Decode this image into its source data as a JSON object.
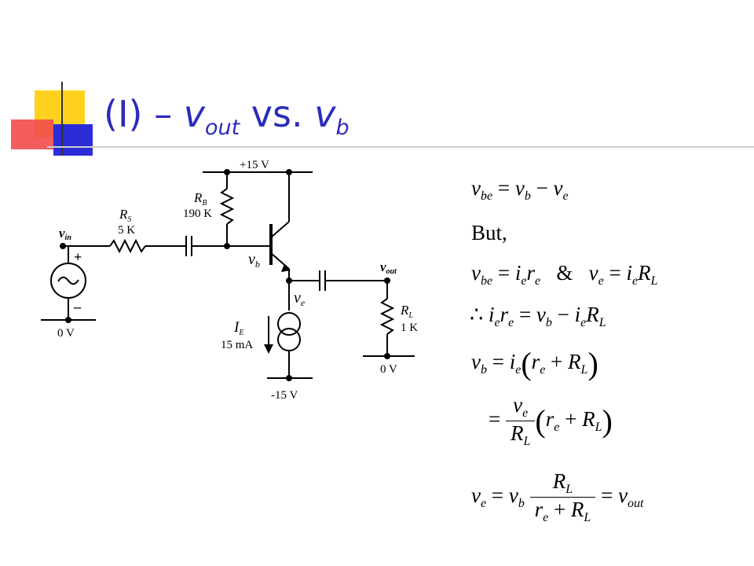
{
  "slide": {
    "title": {
      "prefix": "(I) – ",
      "v1": "v",
      "v1_sub": "out",
      "mid": " vs. ",
      "v2": "v",
      "v2_sub": "b"
    }
  },
  "circuit": {
    "supply_top": "+15 V",
    "supply_bottom": "-15 V",
    "ground_left": "0 V",
    "ground_right": "0 V",
    "rb_name": "R",
    "rb_sub": "B",
    "rb_value": "190 K",
    "rs_name": "R",
    "rs_sub": "S",
    "rs_value": "5 K",
    "rl_name": "R",
    "rl_sub": "L",
    "rl_value": "1 K",
    "ie_name": "I",
    "ie_sub": "E",
    "ie_value": "15 mA",
    "vin_label": "v",
    "vin_sub": "in",
    "vout_label": "v",
    "vout_sub": "out",
    "vb_label": "v",
    "vb_sub": "b",
    "ve_label": "v",
    "ve_sub": "e",
    "source_plus": "+",
    "source_minus": "–"
  },
  "equations": {
    "but": "But,"
  },
  "colors": {
    "title": "#2b2bbd",
    "deco_yellow": "#ffd21f",
    "deco_blue": "#2d2dd8",
    "deco_red": "#f24b4b"
  }
}
